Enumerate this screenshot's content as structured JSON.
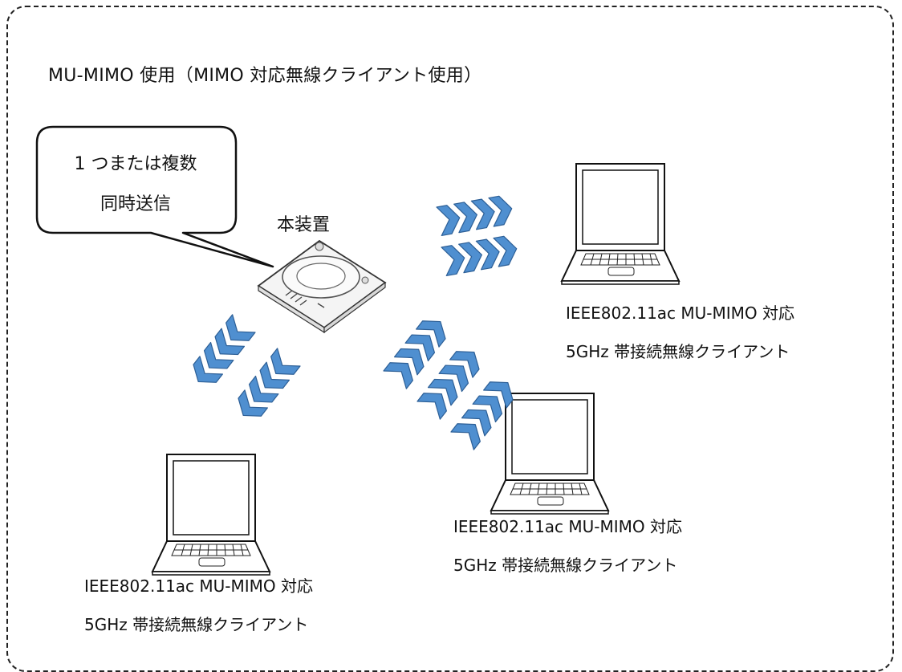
{
  "diagram": {
    "title": "MU-MIMO 使用（MIMO 対応無線クライアント使用）",
    "bubble": {
      "line1": "1 つまたは複数",
      "line2": "同時送信"
    },
    "access_point": {
      "label": "本装置"
    },
    "clients": [
      {
        "line1": "IEEE802.11ac MU-MIMO 対応",
        "line2": "5GHz 帯接続無線クライアント"
      },
      {
        "line1": "IEEE802.11ac MU-MIMO 対応",
        "line2": "5GHz 帯接続無線クライアント"
      },
      {
        "line1": "IEEE802.11ac MU-MIMO 対応",
        "line2": "5GHz 帯接続無線クライアント"
      }
    ],
    "colors": {
      "wave_fill": "#4f8fd0",
      "wave_stroke": "#2d5f96",
      "line": "#111111"
    }
  }
}
